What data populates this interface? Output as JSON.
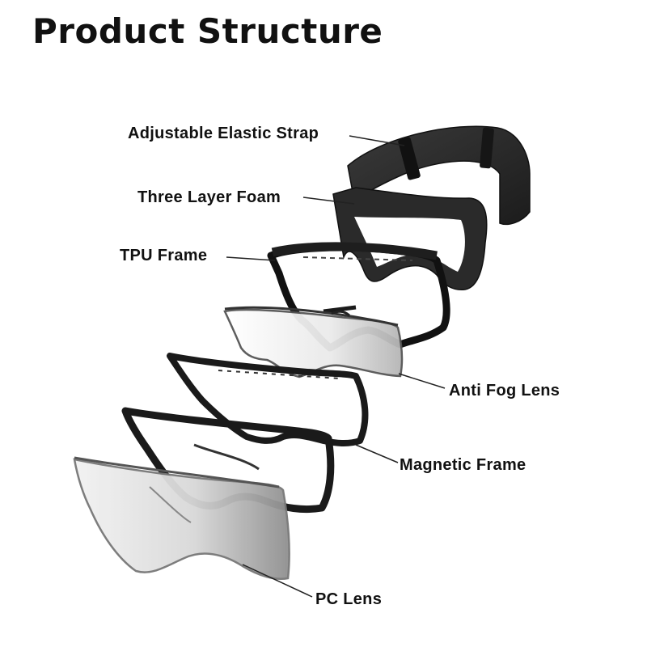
{
  "title": "Product Structure",
  "labels": {
    "strap": "Adjustable Elastic Strap",
    "foam": "Three Layer Foam",
    "tpu_frame": "TPU Frame",
    "anti_fog_lens": "Anti Fog Lens",
    "magnetic_frame": "Magnetic Frame",
    "pc_lens": "PC Lens"
  },
  "colors": {
    "text": "#111111",
    "strap": "#2b2b2b",
    "frame": "#1a1a1a",
    "lens_tint": "#c8c8c8",
    "leader": "#222222"
  }
}
